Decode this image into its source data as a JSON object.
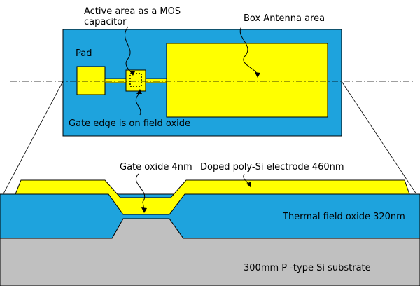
{
  "colors": {
    "field_oxide": "#1ea3dd",
    "poly_si": "#ffff00",
    "substrate": "#c0c0c0",
    "outline": "#000000",
    "background": "#ffffff"
  },
  "top_view": {
    "label_active_line1": "Active area as a MOS",
    "label_active_line2": "capacitor",
    "label_antenna": "Box Antenna area",
    "label_pad": "Pad",
    "label_gate_edge": "Gate edge is on field oxide"
  },
  "cross_section": {
    "label_gate_oxide": "Gate oxide 4nm",
    "label_poly": "Doped poly-Si  electrode   460nm",
    "label_field_oxide": "Thermal field oxide  320nm",
    "label_substrate": "300mm  P -type Si substrate"
  }
}
